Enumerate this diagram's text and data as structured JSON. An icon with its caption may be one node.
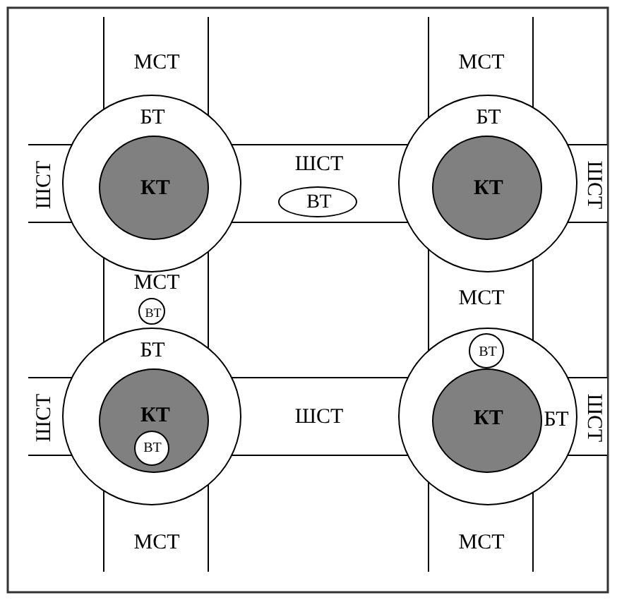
{
  "diagram": {
    "nodes": [
      {
        "text": [
          "МСТ"
        ]
      },
      {
        "text": [
          "МСТ"
        ]
      },
      {
        "text": [
          "БТ"
        ]
      },
      {
        "text": [
          "КТ"
        ],
        "in": 2
      },
      {
        "text": [
          "ШСТ"
        ]
      },
      {
        "text": [
          "ШСТ"
        ]
      },
      {
        "text": [
          "ВТ"
        ],
        "in": 5
      },
      {
        "text": [
          "БТ"
        ]
      },
      {
        "text": [
          "КТ"
        ],
        "in": 7
      },
      {
        "text": [
          "ШСТ"
        ]
      },
      {
        "text": [
          "МСТ"
        ]
      },
      {
        "text": [
          "ВТ"
        ],
        "in": 10
      },
      {
        "text": [
          "МСТ"
        ]
      },
      {
        "text": [
          "БТ"
        ]
      },
      {
        "text": [
          "КТ"
        ],
        "in": 13
      },
      {
        "text": [
          "ВТ"
        ],
        "in": 14
      },
      {
        "text": [
          "ШСТ"
        ]
      },
      {
        "text": [
          "ШСТ"
        ]
      },
      {
        "text": [
          "БТ"
        ]
      },
      {
        "text": [
          "ВТ"
        ],
        "in": 18
      },
      {
        "text": [
          "КТ"
        ],
        "in": 18
      },
      {
        "text": [
          "ШСТ"
        ]
      },
      {
        "text": [
          "МСТ"
        ]
      },
      {
        "text": [
          "МСТ"
        ]
      }
    ]
  }
}
